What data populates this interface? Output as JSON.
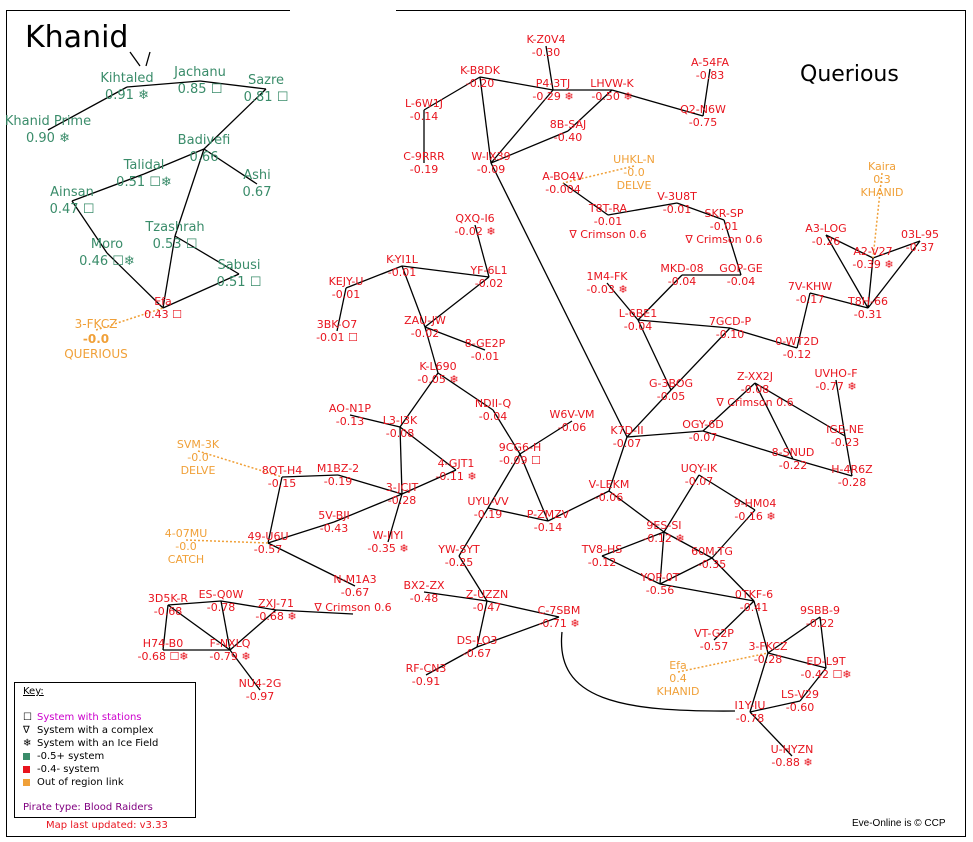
{
  "regions": {
    "left": "Khanid",
    "right": "Querious"
  },
  "colors": {
    "high_sec": "#3a8c6a",
    "low_sec": "#e8141e",
    "out_of_region": "#f0a038",
    "pirate": "#800080",
    "stations_label": "#cc00cc"
  },
  "systems": [
    {
      "id": "kihtaled",
      "name": "Kihtaled",
      "sec": "0.91",
      "marks": "❄",
      "cls": "hi"
    },
    {
      "id": "jachanu",
      "name": "Jachanu",
      "sec": "0.85",
      "marks": "☐",
      "cls": "hi"
    },
    {
      "id": "sazre",
      "name": "Sazre",
      "sec": "0.81",
      "marks": "☐",
      "cls": "hi"
    },
    {
      "id": "khanid-prime",
      "name": "Khanid Prime",
      "sec": "0.90",
      "marks": "❄",
      "cls": "hi"
    },
    {
      "id": "badivefi",
      "name": "Badivefi",
      "sec": "0.66",
      "marks": "",
      "cls": "hi"
    },
    {
      "id": "talidal",
      "name": "Talidal",
      "sec": "0.51",
      "marks": "☐❄",
      "cls": "hi"
    },
    {
      "id": "ashi",
      "name": "Ashi",
      "sec": "0.67",
      "marks": "",
      "cls": "hi"
    },
    {
      "id": "ainsan",
      "name": "Ainsan",
      "sec": "0.47",
      "marks": "☐",
      "cls": "hi"
    },
    {
      "id": "tzashrah",
      "name": "Tzashrah",
      "sec": "0.53",
      "marks": "☐",
      "cls": "hi"
    },
    {
      "id": "moro",
      "name": "Moro",
      "sec": "0.46",
      "marks": "☐❄",
      "cls": "hi"
    },
    {
      "id": "sabusi",
      "name": "Sabusi",
      "sec": "0.51",
      "marks": "☐",
      "cls": "hi"
    },
    {
      "id": "efa",
      "name": "Efa",
      "sec": "0.43",
      "marks": "☐",
      "cls": "lo big"
    },
    {
      "id": "k-z0v4",
      "name": "K-Z0V4",
      "sec": "-0.30",
      "marks": "",
      "cls": "lo"
    },
    {
      "id": "k-b8dk",
      "name": "K-B8DK",
      "sec": "-0.20",
      "marks": "",
      "cls": "lo"
    },
    {
      "id": "p4-3tj",
      "name": "P4-3TJ",
      "sec": "-0.29",
      "marks": "❄",
      "cls": "lo"
    },
    {
      "id": "lhvw-k",
      "name": "LHVW-K",
      "sec": "-0.50",
      "marks": "❄",
      "cls": "lo"
    },
    {
      "id": "a-54fa",
      "name": "A-54FA",
      "sec": "-0.83",
      "marks": "",
      "cls": "lo"
    },
    {
      "id": "q2-n6w",
      "name": "Q2-N6W",
      "sec": "-0.75",
      "marks": "",
      "cls": "lo"
    },
    {
      "id": "l-6w1j",
      "name": "L-6W1J",
      "sec": "-0.14",
      "marks": "",
      "cls": "lo"
    },
    {
      "id": "8b-saj",
      "name": "8B-SAJ",
      "sec": "-0.40",
      "marks": "",
      "cls": "lo"
    },
    {
      "id": "c-9rrr",
      "name": "C-9RRR",
      "sec": "-0.19",
      "marks": "",
      "cls": "lo"
    },
    {
      "id": "w-ix39",
      "name": "W-IX39",
      "sec": "-0.09",
      "marks": "",
      "cls": "lo"
    },
    {
      "id": "a-bo4v",
      "name": "A-BO4V",
      "sec": "-0.004",
      "marks": "",
      "cls": "lo"
    },
    {
      "id": "t8t-ra",
      "name": "T8T-RA",
      "sec": "-0.01",
      "marks": "",
      "cls": "lo",
      "extra": "∇ Crimson 0.6"
    },
    {
      "id": "v-3u8t",
      "name": "V-3U8T",
      "sec": "-0.01",
      "marks": "",
      "cls": "lo"
    },
    {
      "id": "skr-sp",
      "name": "SKR-SP",
      "sec": "-0.01",
      "marks": "",
      "cls": "lo",
      "extra": "∇ Crimson 0.6"
    },
    {
      "id": "qxq-i6",
      "name": "QXQ-I6",
      "sec": "-0.02",
      "marks": "❄",
      "cls": "lo"
    },
    {
      "id": "k-yi1l",
      "name": "K-YI1L",
      "sec": "-0.01",
      "marks": "",
      "cls": "lo"
    },
    {
      "id": "yf-6l1",
      "name": "YF-6L1",
      "sec": "-0.02",
      "marks": "",
      "cls": "lo"
    },
    {
      "id": "kejy-u",
      "name": "KEJY-U",
      "sec": "-0.01",
      "marks": "",
      "cls": "lo"
    },
    {
      "id": "3bk-o7",
      "name": "3BK-O7",
      "sec": "-0.01",
      "marks": "☐",
      "cls": "lo"
    },
    {
      "id": "zau-jw",
      "name": "ZAU-JW",
      "sec": "-0.02",
      "marks": "",
      "cls": "lo"
    },
    {
      "id": "8-ge2p",
      "name": "8-GE2P",
      "sec": "-0.01",
      "marks": "",
      "cls": "lo"
    },
    {
      "id": "k-l690",
      "name": "K-L690",
      "sec": "-0.05",
      "marks": "❄",
      "cls": "lo"
    },
    {
      "id": "ndii-q",
      "name": "NDII-Q",
      "sec": "-0.04",
      "marks": "",
      "cls": "lo"
    },
    {
      "id": "1m4-fk",
      "name": "1M4-FK",
      "sec": "-0.03",
      "marks": "❄",
      "cls": "lo"
    },
    {
      "id": "mkd-08",
      "name": "MKD-08",
      "sec": "-0.04",
      "marks": "",
      "cls": "lo"
    },
    {
      "id": "gop-ge",
      "name": "GOP-GE",
      "sec": "-0.04",
      "marks": "",
      "cls": "lo"
    },
    {
      "id": "l-6be1",
      "name": "L-6BE1",
      "sec": "-0.04",
      "marks": "",
      "cls": "lo"
    },
    {
      "id": "7gcd-p",
      "name": "7GCD-P",
      "sec": "-0.10",
      "marks": "",
      "cls": "lo"
    },
    {
      "id": "0-wt2d",
      "name": "0-WT2D",
      "sec": "-0.12",
      "marks": "",
      "cls": "lo"
    },
    {
      "id": "a3-log",
      "name": "A3-LOG",
      "sec": "-0.26",
      "marks": "",
      "cls": "lo"
    },
    {
      "id": "a2-v27",
      "name": "A2-V27",
      "sec": "-0.39",
      "marks": "❄",
      "cls": "lo"
    },
    {
      "id": "03l-95",
      "name": "03L-95",
      "sec": "-0.37",
      "marks": "",
      "cls": "lo"
    },
    {
      "id": "7v-khw",
      "name": "7V-KHW",
      "sec": "-0.17",
      "marks": "",
      "cls": "lo"
    },
    {
      "id": "t8h-66",
      "name": "T8H-66",
      "sec": "-0.31",
      "marks": "",
      "cls": "lo"
    },
    {
      "id": "g-3bog",
      "name": "G-3BOG",
      "sec": "-0.05",
      "marks": "",
      "cls": "lo"
    },
    {
      "id": "z-xx2j",
      "name": "Z-XX2J",
      "sec": "-0.08",
      "marks": "",
      "cls": "lo",
      "extra": "∇ Crimson 0.6"
    },
    {
      "id": "uvho-f",
      "name": "UVHO-F",
      "sec": "-0.77",
      "marks": "❄",
      "cls": "lo"
    },
    {
      "id": "ige-ne",
      "name": "IGE-NE",
      "sec": "-0.23",
      "marks": "",
      "cls": "lo"
    },
    {
      "id": "ogy-6d",
      "name": "OGY-6D",
      "sec": "-0.07",
      "marks": "",
      "cls": "lo"
    },
    {
      "id": "k7d-ii",
      "name": "K7D-II",
      "sec": "-0.07",
      "marks": "",
      "cls": "lo"
    },
    {
      "id": "8-snud",
      "name": "8-SNUD",
      "sec": "-0.22",
      "marks": "",
      "cls": "lo"
    },
    {
      "id": "h-4r6z",
      "name": "H-4R6Z",
      "sec": "-0.28",
      "marks": "",
      "cls": "lo"
    },
    {
      "id": "ao-n1p",
      "name": "AO-N1P",
      "sec": "-0.13",
      "marks": "",
      "cls": "lo"
    },
    {
      "id": "l3-i3k",
      "name": "L3-I3K",
      "sec": "-0.08",
      "marks": "",
      "cls": "lo"
    },
    {
      "id": "w6v-vm",
      "name": "W6V-VM",
      "sec": "-0.06",
      "marks": "",
      "cls": "lo"
    },
    {
      "id": "9cg6-h",
      "name": "9CG6-H",
      "sec": "-0.09",
      "marks": "☐",
      "cls": "lo"
    },
    {
      "id": "4-gjt1",
      "name": "4-GJT1",
      "sec": "-0.11",
      "marks": "❄",
      "cls": "lo"
    },
    {
      "id": "8qt-h4",
      "name": "8QT-H4",
      "sec": "-0.15",
      "marks": "",
      "cls": "lo"
    },
    {
      "id": "m1bz-2",
      "name": "M1BZ-2",
      "sec": "-0.19",
      "marks": "",
      "cls": "lo"
    },
    {
      "id": "3-jcjt",
      "name": "3-JCJT",
      "sec": "-0.28",
      "marks": "",
      "cls": "lo"
    },
    {
      "id": "5v-bji",
      "name": "5V-BJI",
      "sec": "-0.43",
      "marks": "",
      "cls": "lo"
    },
    {
      "id": "w-iiyi",
      "name": "W-IIYI",
      "sec": "-0.35",
      "marks": "❄",
      "cls": "lo"
    },
    {
      "id": "49-u6u",
      "name": "49-U6U",
      "sec": "-0.57",
      "marks": "",
      "cls": "lo"
    },
    {
      "id": "uyu-vv",
      "name": "UYU-VV",
      "sec": "-0.19",
      "marks": "",
      "cls": "lo"
    },
    {
      "id": "p-zmzv",
      "name": "P-ZMZV",
      "sec": "-0.14",
      "marks": "",
      "cls": "lo"
    },
    {
      "id": "v-lekm",
      "name": "V-LEKM",
      "sec": "-0.06",
      "marks": "",
      "cls": "lo"
    },
    {
      "id": "uqy-ik",
      "name": "UQY-IK",
      "sec": "-0.07",
      "marks": "",
      "cls": "lo"
    },
    {
      "id": "9-hm04",
      "name": "9-HM04",
      "sec": "-0.16",
      "marks": "❄",
      "cls": "lo"
    },
    {
      "id": "9es-si",
      "name": "9ES-SI",
      "sec": "-0.12",
      "marks": "❄",
      "cls": "lo"
    },
    {
      "id": "tv8-hs",
      "name": "TV8-HS",
      "sec": "-0.12",
      "marks": "",
      "cls": "lo"
    },
    {
      "id": "60m-tg",
      "name": "60M-TG",
      "sec": "-0.35",
      "marks": "",
      "cls": "lo"
    },
    {
      "id": "yop-0t",
      "name": "YOP-0T",
      "sec": "-0.56",
      "marks": "",
      "cls": "lo"
    },
    {
      "id": "yw-syt",
      "name": "YW-SYT",
      "sec": "-0.25",
      "marks": "",
      "cls": "lo"
    },
    {
      "id": "n-m1a3",
      "name": "N-M1A3",
      "sec": "-0.67",
      "marks": "",
      "cls": "lo"
    },
    {
      "id": "bx2-zx",
      "name": "BX2-ZX",
      "sec": "-0.48",
      "marks": "",
      "cls": "lo"
    },
    {
      "id": "z-uzzn",
      "name": "Z-UZZN",
      "sec": "-0.47",
      "marks": "",
      "cls": "lo"
    },
    {
      "id": "c-7sbm",
      "name": "C-7SBM",
      "sec": "-0.71",
      "marks": "❄",
      "cls": "lo"
    },
    {
      "id": "ds-lo3",
      "name": "DS-LO3",
      "sec": "-0.67",
      "marks": "",
      "cls": "lo"
    },
    {
      "id": "rf-cn3",
      "name": "RF-CN3",
      "sec": "-0.91",
      "marks": "",
      "cls": "lo"
    },
    {
      "id": "3d5k-r",
      "name": "3D5K-R",
      "sec": "-0.68",
      "marks": "",
      "cls": "lo"
    },
    {
      "id": "es-q0w",
      "name": "ES-Q0W",
      "sec": "-0.78",
      "marks": "",
      "cls": "lo"
    },
    {
      "id": "zxj-71",
      "name": "ZXJ-71",
      "sec": "-0.68",
      "marks": "❄",
      "cls": "lo"
    },
    {
      "id": "crimson-n",
      "name": "∇ Crimson 0.6",
      "sec": "",
      "marks": "",
      "cls": "lo"
    },
    {
      "id": "h74-b0",
      "name": "H74-B0",
      "sec": "-0.68",
      "marks": "☐❄",
      "cls": "lo"
    },
    {
      "id": "f-nxlq",
      "name": "F-NXLQ",
      "sec": "-0.79",
      "marks": "❄",
      "cls": "lo"
    },
    {
      "id": "nu4-2g",
      "name": "NU4-2G",
      "sec": "-0.97",
      "marks": "",
      "cls": "lo"
    },
    {
      "id": "0tkf-6",
      "name": "0TKF-6",
      "sec": "-0.41",
      "marks": "",
      "cls": "lo"
    },
    {
      "id": "9sbb-9",
      "name": "9SBB-9",
      "sec": "-0.22",
      "marks": "",
      "cls": "lo"
    },
    {
      "id": "vt-g2p",
      "name": "VT-G2P",
      "sec": "-0.57",
      "marks": "",
      "cls": "lo"
    },
    {
      "id": "3-fkcz",
      "name": "3-FKCZ",
      "sec": "-0.28",
      "marks": "",
      "cls": "lo"
    },
    {
      "id": "ed-l9t",
      "name": "ED-L9T",
      "sec": "-0.42",
      "marks": "☐❄",
      "cls": "lo"
    },
    {
      "id": "ls-v29",
      "name": "LS-V29",
      "sec": "-0.60",
      "marks": "",
      "cls": "lo"
    },
    {
      "id": "i1y-iu",
      "name": "I1Y-IU",
      "sec": "-0.78",
      "marks": "",
      "cls": "lo"
    },
    {
      "id": "u-hyzn",
      "name": "U-HYZN",
      "sec": "-0.88",
      "marks": "❄",
      "cls": "lo"
    },
    {
      "id": "ext-3fkcz",
      "name": "3-FKCZ",
      "sec": "-0.0",
      "marks": "",
      "cls": "ext big",
      "region": "QUERIOUS"
    },
    {
      "id": "ext-uhkl",
      "name": "UHKL-N",
      "sec": "-0.0",
      "marks": "",
      "cls": "ext",
      "region": "DELVE"
    },
    {
      "id": "ext-kaira",
      "name": "Kaira",
      "sec": "0.3",
      "marks": "",
      "cls": "ext",
      "region": "KHANID"
    },
    {
      "id": "ext-svm",
      "name": "SVM-3K",
      "sec": "-0.0",
      "marks": "",
      "cls": "ext",
      "region": "DELVE"
    },
    {
      "id": "ext-407mu",
      "name": "4-07MU",
      "sec": "-0.0",
      "marks": "",
      "cls": "ext",
      "region": "CATCH"
    },
    {
      "id": "ext-efa",
      "name": "Efa",
      "sec": "0.4",
      "marks": "",
      "cls": "ext",
      "region": "KHANID"
    }
  ],
  "key": {
    "title": "Key:",
    "items": [
      {
        "symbol": "☐",
        "label": "System with stations",
        "color": "#cc00cc"
      },
      {
        "symbol": "∇",
        "label": "System with a complex",
        "color": "#000000"
      },
      {
        "symbol": "❄",
        "label": "System with an Ice Field",
        "color": "#000000"
      },
      {
        "swatch": "#3a8c6a",
        "label": "-0.5+ system",
        "color": "#000000"
      },
      {
        "swatch": "#e8141e",
        "label": "-0.4- system",
        "color": "#000000"
      },
      {
        "swatch": "#f0a038",
        "label": "Out of region link",
        "color": "#000000"
      }
    ],
    "pirate": "Pirate type: Blood Raiders"
  },
  "footer": {
    "updated": "Map last updated: v3.33",
    "copyright": "Eve-Online is © CCP"
  }
}
